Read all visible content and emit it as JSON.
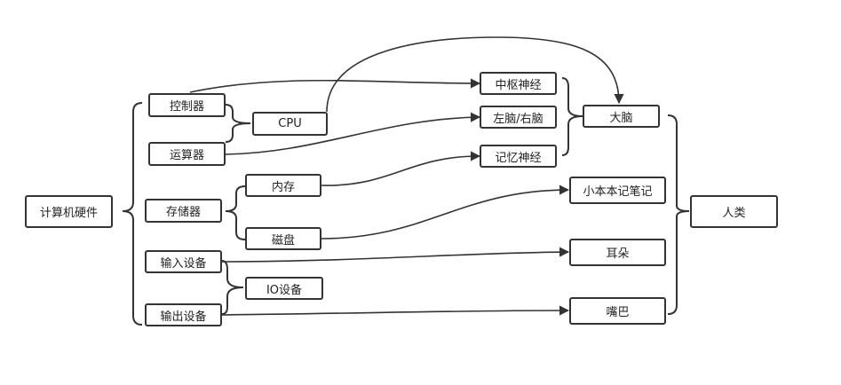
{
  "nodes": {
    "hardware": "计算机硬件",
    "controller": "控制器",
    "alu": "运算器",
    "cpu": "CPU",
    "memory_unit": "存储器",
    "ram": "内存",
    "disk": "磁盘",
    "input_device": "输入设备",
    "output_device": "输出设备",
    "io_device": "IO设备",
    "central_nerve": "中枢神经",
    "left_right_brain": "左脑/右脑",
    "memory_nerve": "记忆神经",
    "brain": "大脑",
    "notebook": "小本本记笔记",
    "ear": "耳朵",
    "mouth": "嘴巴",
    "human": "人类"
  },
  "colors": {
    "stroke": "#333333",
    "background": "#ffffff",
    "text": "#222222"
  }
}
